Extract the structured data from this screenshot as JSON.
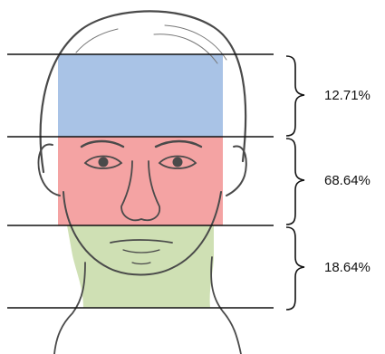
{
  "diagram": {
    "sections": [
      {
        "percent": "12.71%",
        "color": "#a9c3e6"
      },
      {
        "percent": "68.64%",
        "color": "#f4a3a3"
      },
      {
        "percent": "18.64%",
        "color": "#cfe0b4"
      }
    ],
    "line_color": "#111111",
    "sketch_color": "#4a4a4a"
  }
}
